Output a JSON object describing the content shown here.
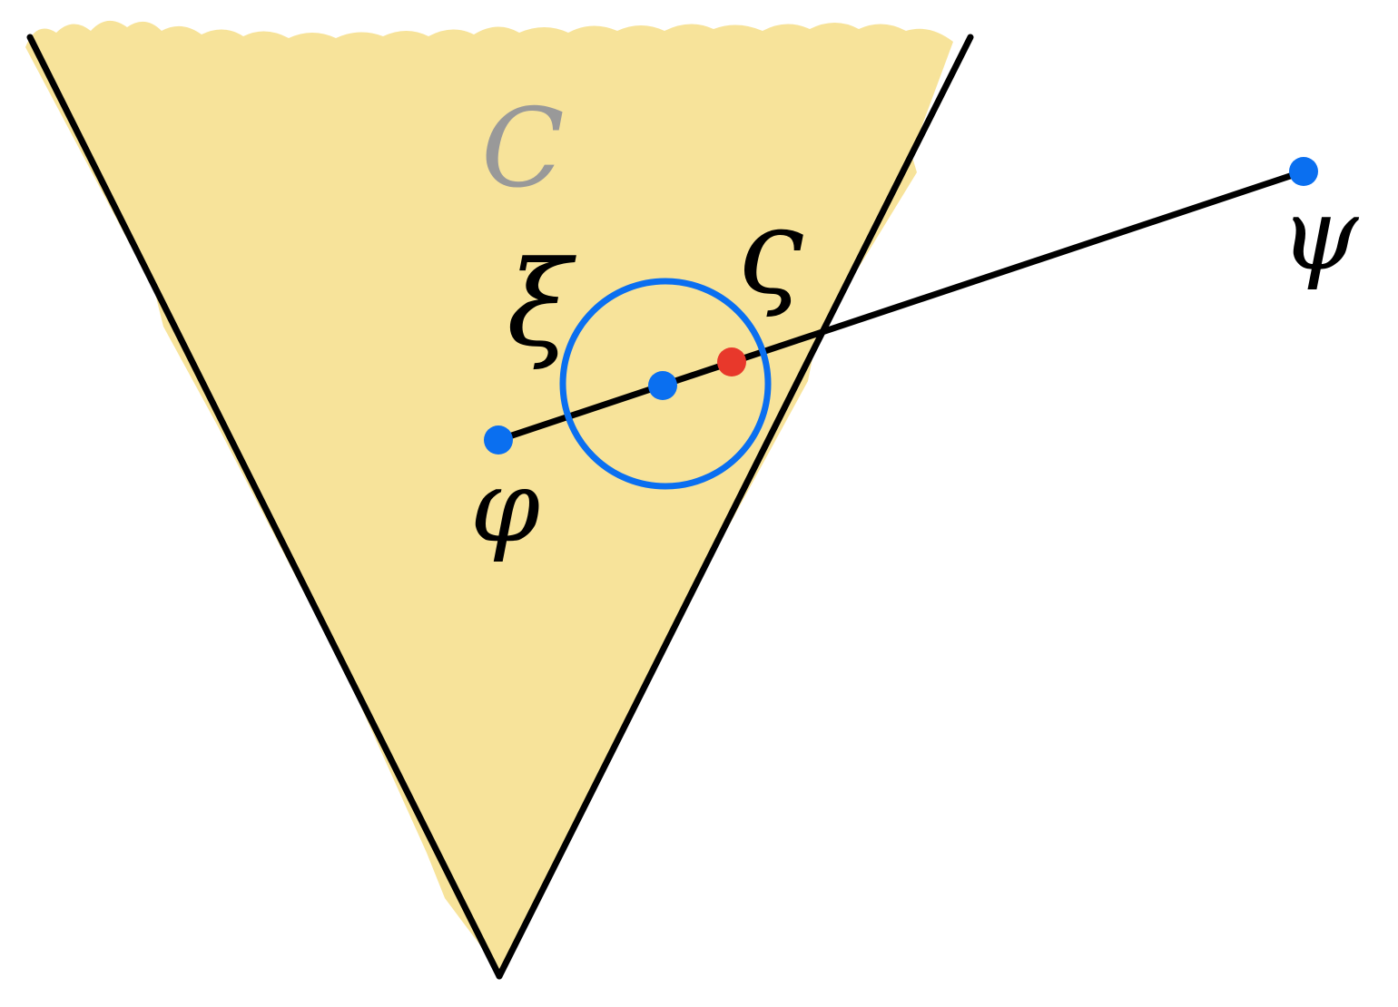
{
  "colors": {
    "background": "#ffffff",
    "cone_fill": "#f7e39a",
    "outline": "#000000",
    "point_blue": "#0a6ff0",
    "point_red": "#e8382b",
    "label_gray": "#999999",
    "label_black": "#000000"
  },
  "labels": {
    "set": "C",
    "xi": "ξ",
    "zeta": "ς",
    "phi": "φ",
    "psi": "ψ"
  },
  "points": {
    "phi": {
      "color": "blue"
    },
    "xi": {
      "color": "blue"
    },
    "zeta": {
      "color": "red"
    },
    "psi": {
      "color": "blue"
    }
  }
}
